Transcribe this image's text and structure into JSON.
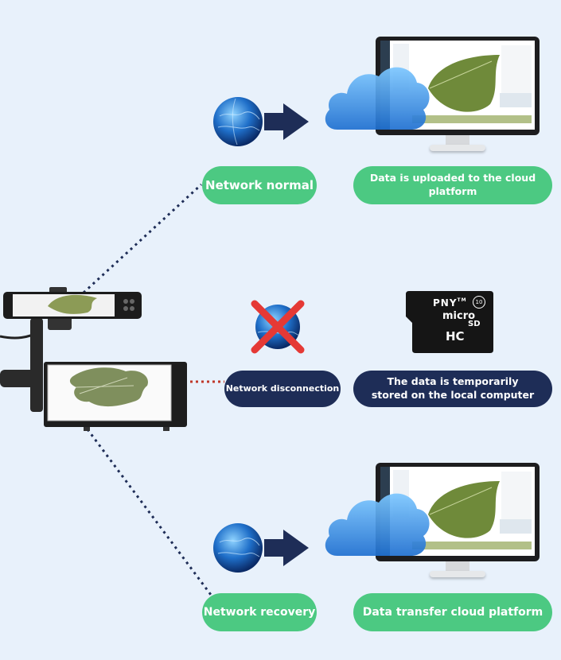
{
  "states": [
    {
      "label": "Network normal",
      "result": "Data is uploaded to the cloud platform"
    },
    {
      "label": "Network disconnection",
      "result_lines": [
        "The data is temporarily",
        "stored on the local computer"
      ]
    },
    {
      "label": "Network recovery",
      "result": "Data transfer cloud platform"
    }
  ],
  "sd_card": {
    "brand": "PNY",
    "tm": "TM",
    "class": "10",
    "micro": "micro",
    "logo": "SD",
    "type": "HC"
  },
  "colors": {
    "green": "#4cc982",
    "navy": "#1e2d57",
    "arrow": "#1e2d57",
    "cross": "#e53935",
    "background": "#e8f1fb"
  }
}
